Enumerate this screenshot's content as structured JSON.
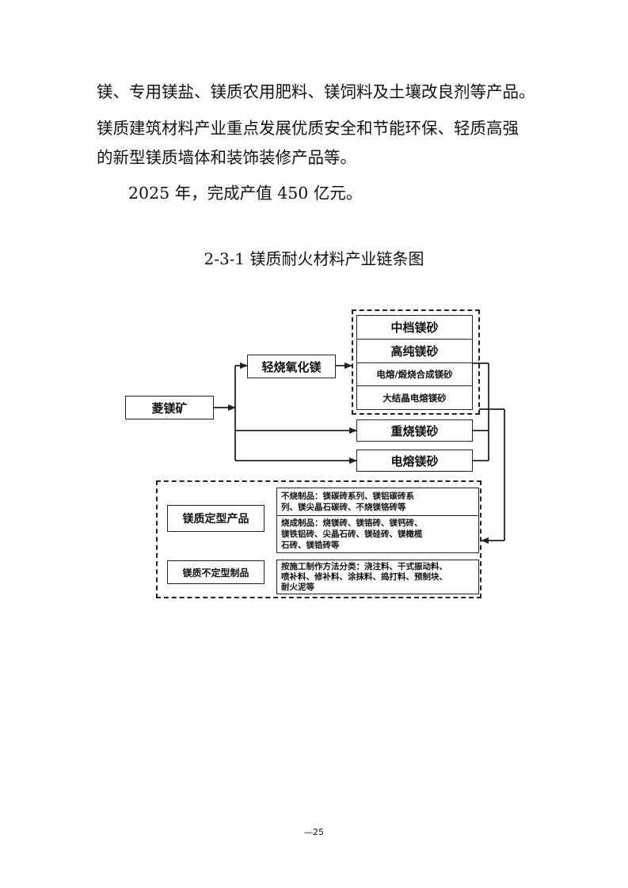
{
  "paragraphs": [
    "镁、专用镁盐、镁质农用肥料、镁饲料及土壤改良剂等产品。",
    "镁质建筑材料产业重点发展优质安全和节能环保、轻质高强",
    "的新型镁质墙体和装饰装修产品等。",
    "2025 年，完成产值 450 亿元。"
  ],
  "figure": {
    "title": "2-3-1 镁质耐火材料产业链条图",
    "source": "菱镁矿",
    "light_burned": "轻烧氧化镁",
    "magnesia_group": [
      "中档镁砂",
      "高纯镁砂",
      "电熔/煅烧合成镁砂",
      "大结晶电熔镁砂"
    ],
    "dead_burned": "重烧镁砂",
    "fused": "电熔镁砂",
    "shaped_label": "镁质定型产品",
    "shaped_unfired": [
      "不烧制品：镁碳砖系列、镁铝碳砖系",
      "列、镁尖晶石碳砖、不烧镁铬砖等"
    ],
    "shaped_fired": [
      "烧成制品：烧镁砖、镁铬砖、镁钙砖、",
      "镁铁铝砖、尖晶石砖、镁硅砖、镁橄榄",
      "石砖、镁锆砖等"
    ],
    "unshaped_label": "镁质不定型制品",
    "unshaped_desc": [
      "按施工制作方法分类：浇注料、干式振动料、",
      "喷补料、修补料、涂抹料、捣打料、预制块、",
      "耐火泥等"
    ]
  },
  "page_number": "—25"
}
